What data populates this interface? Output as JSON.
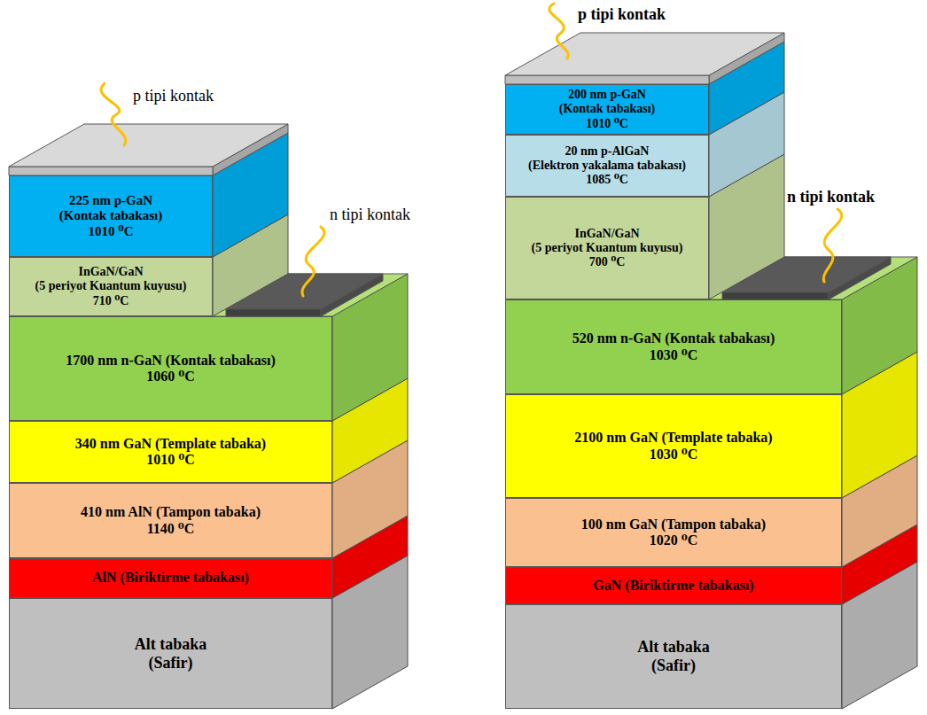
{
  "diagram": {
    "nodes": [
      {
        "text": [
          "225 nm p-GaN",
          "(Kontak tabakası)",
          "1010 ⁰C"
        ]
      },
      {
        "text": [
          "InGaN/GaN",
          "(5 periyot Kuantum kuyusu)",
          "710 ⁰C"
        ]
      },
      {
        "text": [
          "1700 nm n-GaN (Kontak tabakası)",
          "1060 ⁰C"
        ]
      },
      {
        "text": [
          "340 nm GaN (Template tabaka)",
          "1010 ⁰C"
        ]
      },
      {
        "text": [
          "410 nm AlN (Tampon tabaka)",
          "1140 ⁰C"
        ]
      },
      {
        "text": [
          "AlN (Biriktirme tabakası)"
        ]
      },
      {
        "text": [
          "Alt tabaka (Safir)"
        ]
      },
      {
        "text": [
          "200 nm p-GaN",
          "(Kontak tabakası)",
          "1010 ⁰C"
        ]
      },
      {
        "text": [
          "20 nm p-AlGaN",
          "(Elektron yakalama tabakası)",
          "1085 ⁰C"
        ]
      },
      {
        "text": [
          "InGaN/GaN",
          "(5 periyot Kuantum kuyusu)",
          "700 ⁰C"
        ]
      },
      {
        "text": [
          "520 nm n-GaN (Kontak tabakası)",
          "1030 ⁰C"
        ]
      },
      {
        "text": [
          "2100 nm GaN (Template tabaka)",
          "1030 ⁰C"
        ]
      },
      {
        "text": [
          "100 nm GaN (Tampon tabaka)",
          "1020 ⁰C"
        ]
      },
      {
        "text": [
          "GaN (Biriktirme tabakası)"
        ]
      },
      {
        "text": [
          "Alt tabaka (Safir)"
        ]
      }
    ],
    "labels": [
      "p tipi kontak",
      "n tipi kontak",
      "p tipi kontak",
      "n tipi kontak"
    ]
  }
}
